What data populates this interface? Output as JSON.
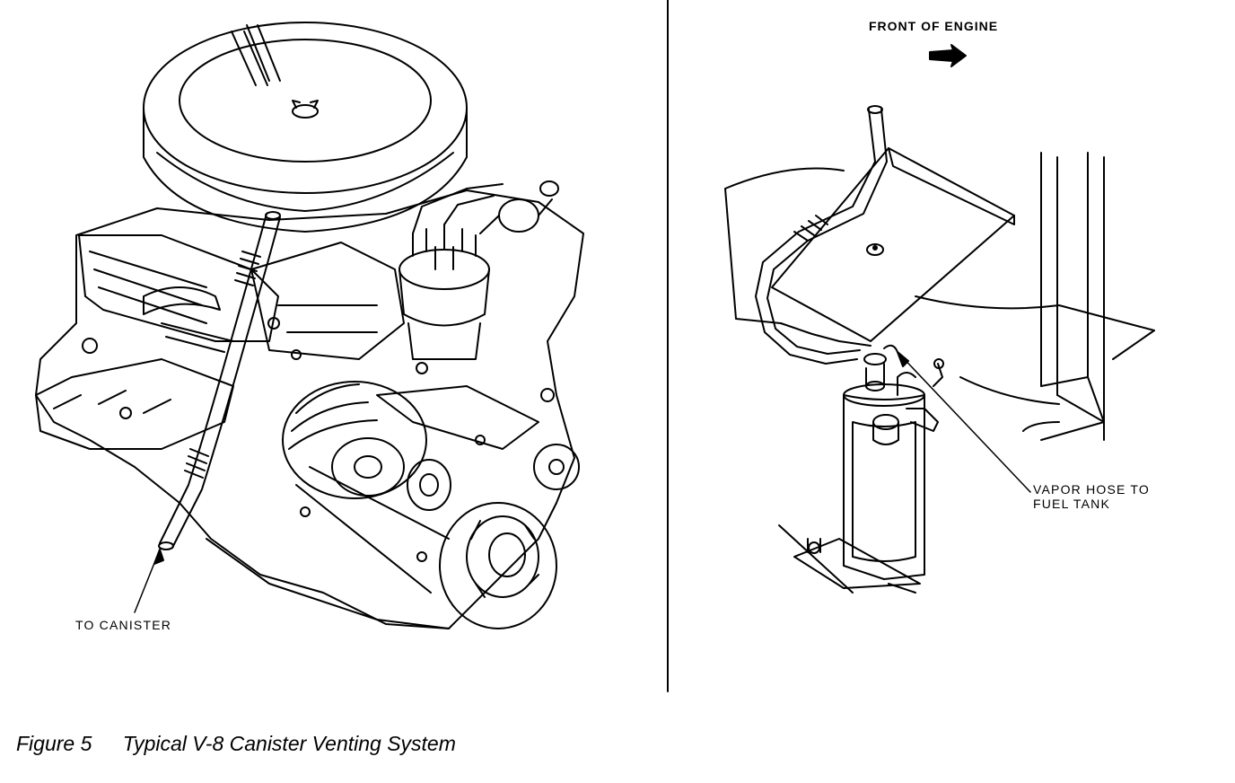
{
  "labels": {
    "front_of_engine": "FRONT OF ENGINE",
    "to_canister": "TO CANISTER",
    "vapor_hose_line1": "VAPOR HOSE TO",
    "vapor_hose_line2": "FUEL TANK"
  },
  "caption": {
    "figure_number": "Figure 5",
    "title": "Typical V-8 Canister Venting System"
  },
  "colors": {
    "ink": "#000000",
    "paper": "#ffffff"
  }
}
